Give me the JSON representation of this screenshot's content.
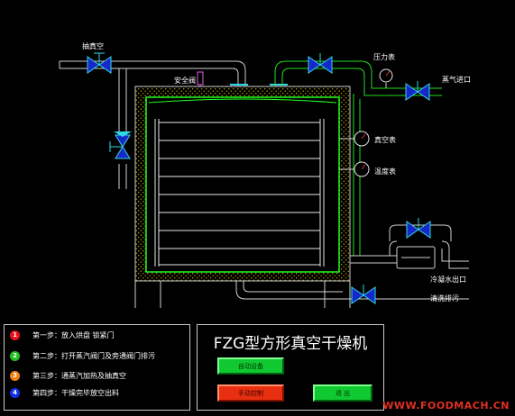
{
  "diagram": {
    "labels": {
      "vacuum_pump": "抽真空",
      "safety_valve": "安全阀",
      "pressure_gauge": "压力表",
      "steam_inlet": "蒸气进口",
      "vacuum_gauge": "真空表",
      "thermometer": "温度表",
      "condensate_outlet": "冷凝水出口",
      "drain": "清洗排污"
    }
  },
  "steps": [
    {
      "num": "1",
      "color": "#e8101a",
      "text": "第一步：放入烘盘  锁紧门"
    },
    {
      "num": "2",
      "color": "#20c020",
      "text": "第二步：打开蒸汽阀门及旁通阀门排污"
    },
    {
      "num": "3",
      "color": "#f08010",
      "text": "第三步：通蒸汽加热及抽真空"
    },
    {
      "num": "4",
      "color": "#1030e8",
      "text": "第四步：干燥完毕放空出料"
    }
  ],
  "panel": {
    "title": "FZG型方形真空干燥机",
    "auto_button": "自动设备",
    "manual_button": "手动控制",
    "exit_button": "退  出"
  },
  "watermark": "WWW.FOODMACH.CN",
  "colors": {
    "pipe_white": "#d0d0d0",
    "pipe_green": "#20e020",
    "valve_blue": "#1828c8",
    "valve_cyan": "#30d8e8",
    "chamber_green": "#20ff20",
    "insulation_yellow": "#c8a800",
    "shelf_color": "#e8e8e8"
  }
}
